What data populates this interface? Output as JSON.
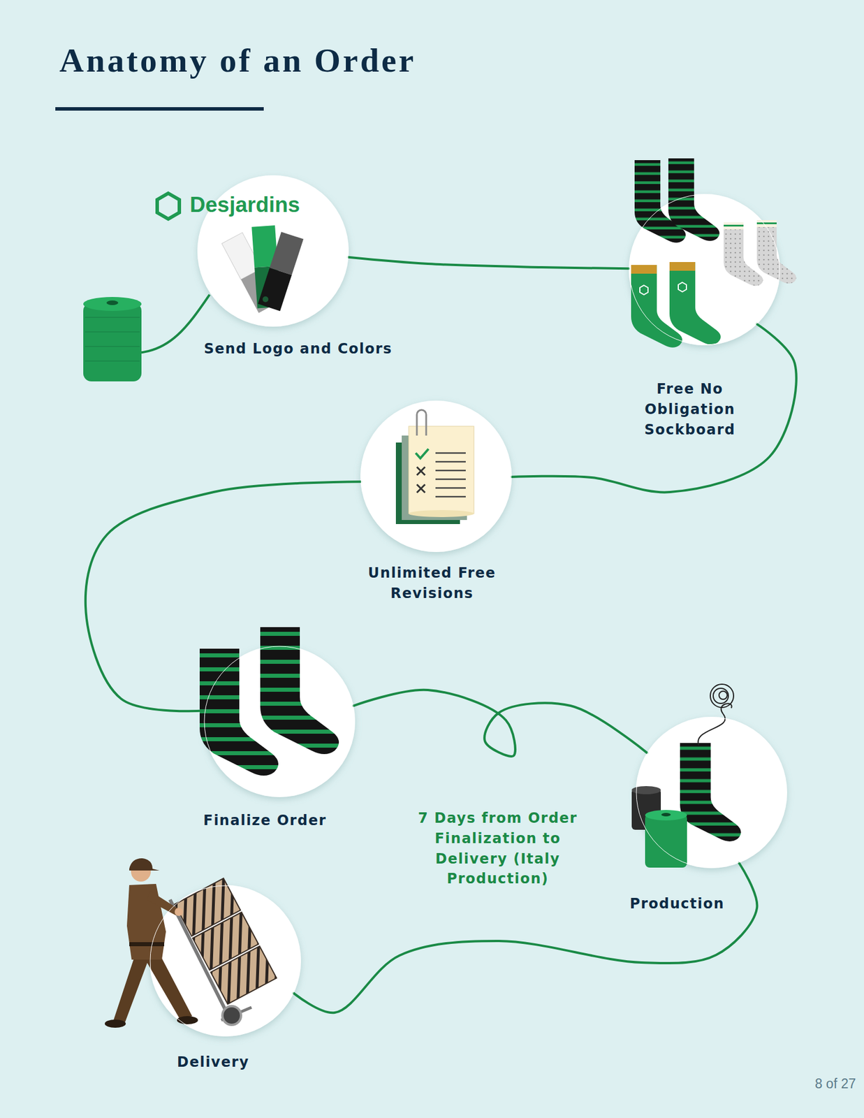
{
  "diagram": {
    "title": "Anatomy of an Order",
    "nodes": [
      {
        "text": [
          "Send Logo and Colors"
        ]
      },
      {
        "text": [
          "Free No Obligation Sockboard"
        ]
      },
      {
        "text": [
          "Unlimited Free Revisions"
        ]
      },
      {
        "text": [
          "Finalize Order"
        ]
      },
      {
        "text": [
          "Production"
        ]
      },
      {
        "text": [
          "Delivery"
        ]
      }
    ],
    "edges": [
      {
        "from": 0,
        "to": 1,
        "arrow": "none"
      },
      {
        "from": 1,
        "to": 2,
        "arrow": "none"
      },
      {
        "from": 2,
        "to": 3,
        "arrow": "none"
      },
      {
        "from": 3,
        "to": 4,
        "arrow": "none"
      },
      {
        "from": 4,
        "to": 5,
        "arrow": "none"
      }
    ],
    "labels": [
      "Desjardins",
      "7 Days from Order Finalization to Delivery (Italy Production)",
      "8 of 27"
    ]
  }
}
